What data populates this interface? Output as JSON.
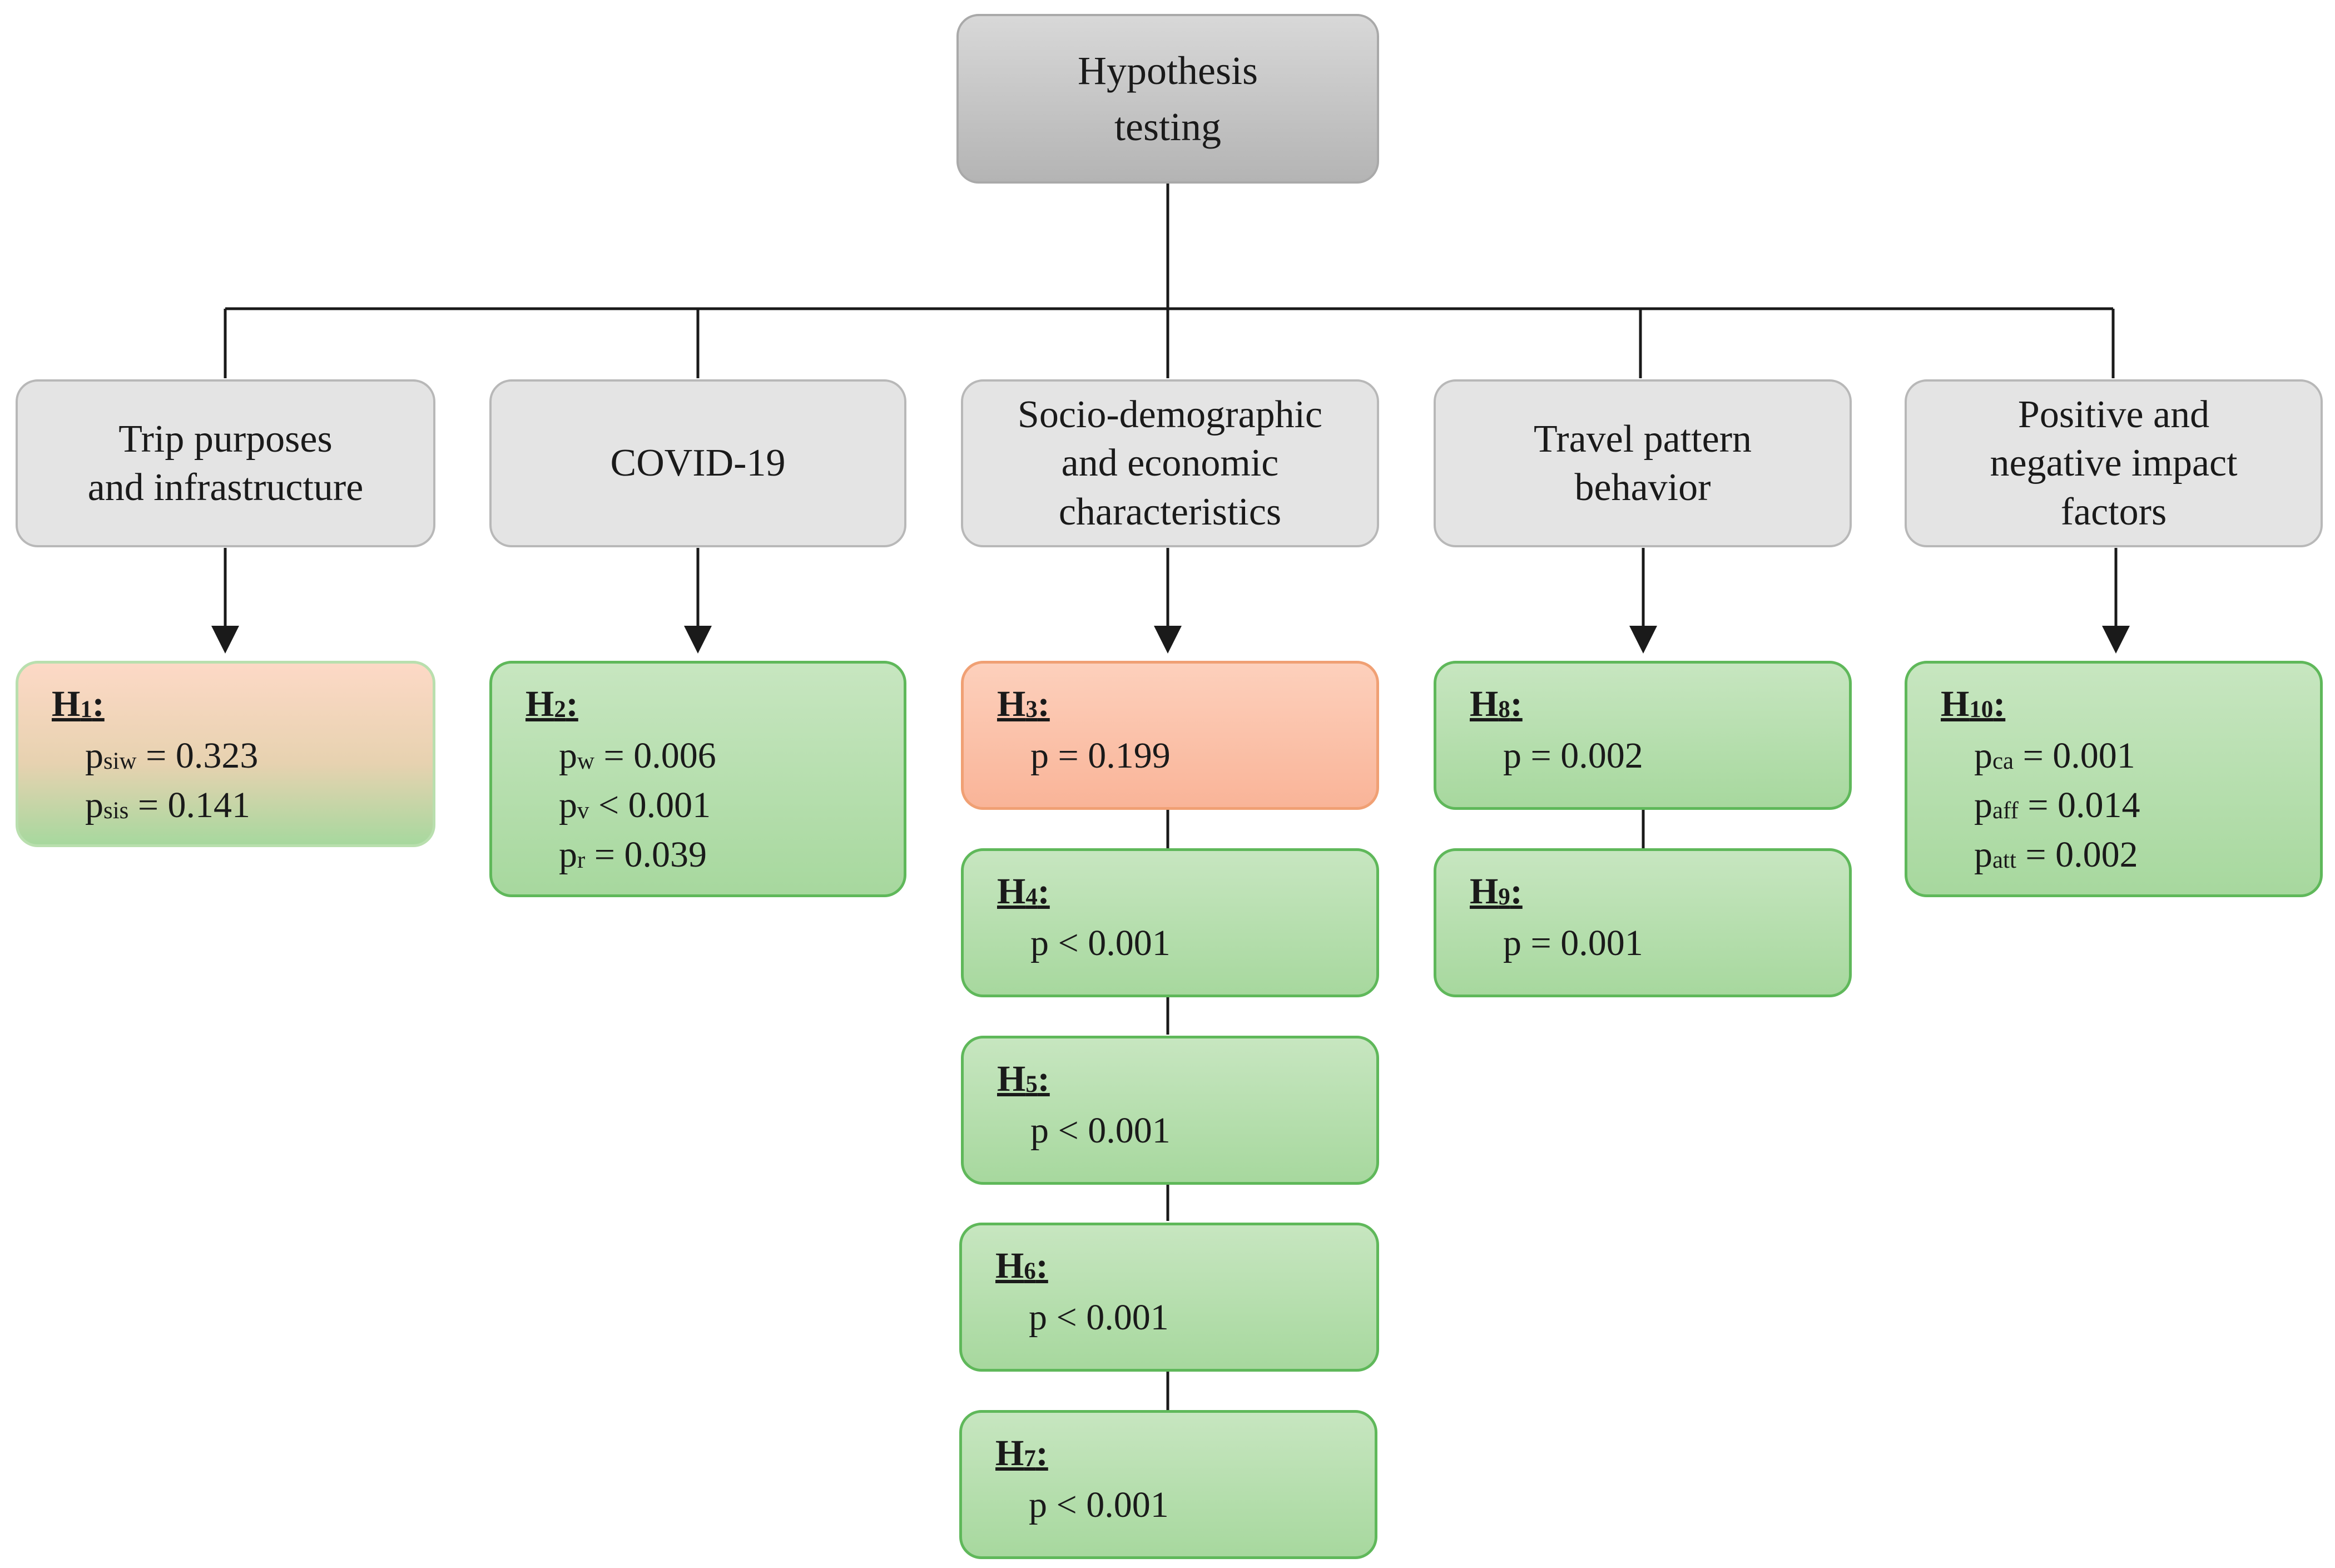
{
  "root": {
    "line1": "Hypothesis",
    "line2": "testing"
  },
  "categories": [
    {
      "lines": [
        "Trip purposes",
        "and infrastructure"
      ]
    },
    {
      "lines": [
        "COVID-19"
      ]
    },
    {
      "lines": [
        "Socio-demographic",
        "and economic",
        "characteristics"
      ]
    },
    {
      "lines": [
        "Travel pattern",
        "behavior"
      ]
    },
    {
      "lines": [
        "Positive and",
        "negative impact",
        "factors"
      ]
    }
  ],
  "hypotheses": {
    "h1": {
      "label": "H",
      "num": "1",
      "colon": ":",
      "rows": [
        {
          "p": "p",
          "sub": "siw",
          "rest": " = 0.323"
        },
        {
          "p": "p",
          "sub": "sis",
          "rest": " = 0.141"
        }
      ]
    },
    "h2": {
      "label": "H",
      "num": "2",
      "colon": ":",
      "rows": [
        {
          "p": "p",
          "sub": "w",
          "rest": " = 0.006"
        },
        {
          "p": "p",
          "sub": "v",
          "rest": " < 0.001"
        },
        {
          "p": "p",
          "sub": "r",
          "rest": " = 0.039"
        }
      ]
    },
    "h3": {
      "label": "H",
      "num": "3",
      "colon": ":",
      "rows": [
        {
          "p": "p",
          "sub": "",
          "rest": " = 0.199"
        }
      ]
    },
    "h4": {
      "label": "H",
      "num": "4",
      "colon": ":",
      "rows": [
        {
          "p": "p",
          "sub": "",
          "rest": " < 0.001"
        }
      ]
    },
    "h5": {
      "label": "H",
      "num": "5",
      "colon": ":",
      "rows": [
        {
          "p": "p",
          "sub": "",
          "rest": " < 0.001"
        }
      ]
    },
    "h6": {
      "label": "H",
      "num": "6",
      "colon": ":",
      "rows": [
        {
          "p": "p",
          "sub": "",
          "rest": " < 0.001"
        }
      ]
    },
    "h7": {
      "label": "H",
      "num": "7",
      "colon": ":",
      "rows": [
        {
          "p": "p",
          "sub": "",
          "rest": " < 0.001"
        }
      ]
    },
    "h8": {
      "label": "H",
      "num": "8",
      "colon": ":",
      "rows": [
        {
          "p": "p",
          "sub": "",
          "rest": " = 0.002"
        }
      ]
    },
    "h9": {
      "label": "H",
      "num": "9",
      "colon": ":",
      "rows": [
        {
          "p": "p",
          "sub": "",
          "rest": " = 0.001"
        }
      ]
    },
    "h10": {
      "label": "H",
      "num": "10",
      "colon": ":",
      "rows": [
        {
          "p": "p",
          "sub": "ca",
          "rest": " = 0.001"
        },
        {
          "p": "p",
          "sub": "aff",
          "rest": " = 0.014"
        },
        {
          "p": "p",
          "sub": "att",
          "rest": " = 0.002"
        }
      ]
    }
  },
  "colors": {
    "significant_fill": "#a7d89e",
    "significant_border": "#5fb85a",
    "not_significant_fill": "#f9b498",
    "not_significant_border": "#f0a074",
    "category_fill": "#e4e4e4",
    "root_fill": "#bdbdbd",
    "connector": "#1a1a1a"
  }
}
